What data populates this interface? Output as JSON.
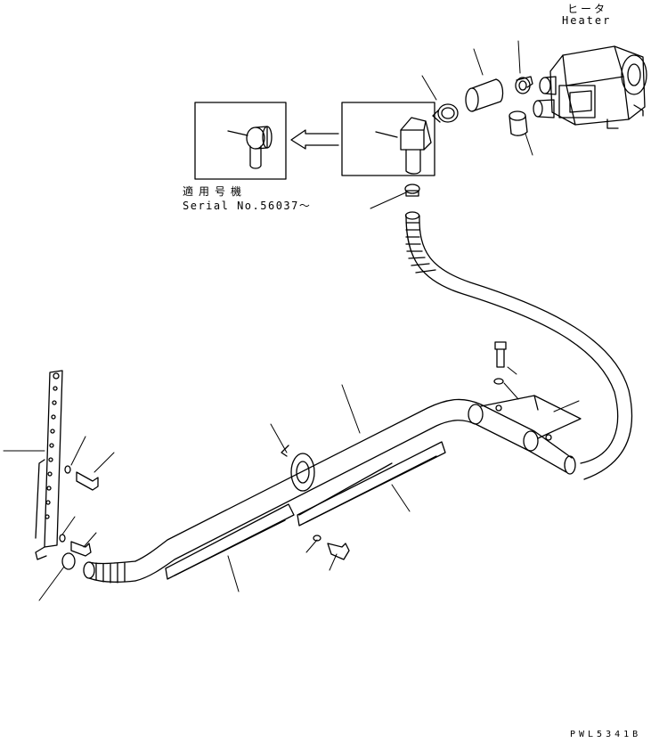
{
  "labels": {
    "heater_jp": "ヒータ",
    "heater_en": "Heater",
    "serial_jp": "適用号機",
    "serial_en": "Serial No.56037～",
    "drawing_no": "PWL5341B"
  },
  "colors": {
    "line": "#000000",
    "background": "#ffffff"
  }
}
